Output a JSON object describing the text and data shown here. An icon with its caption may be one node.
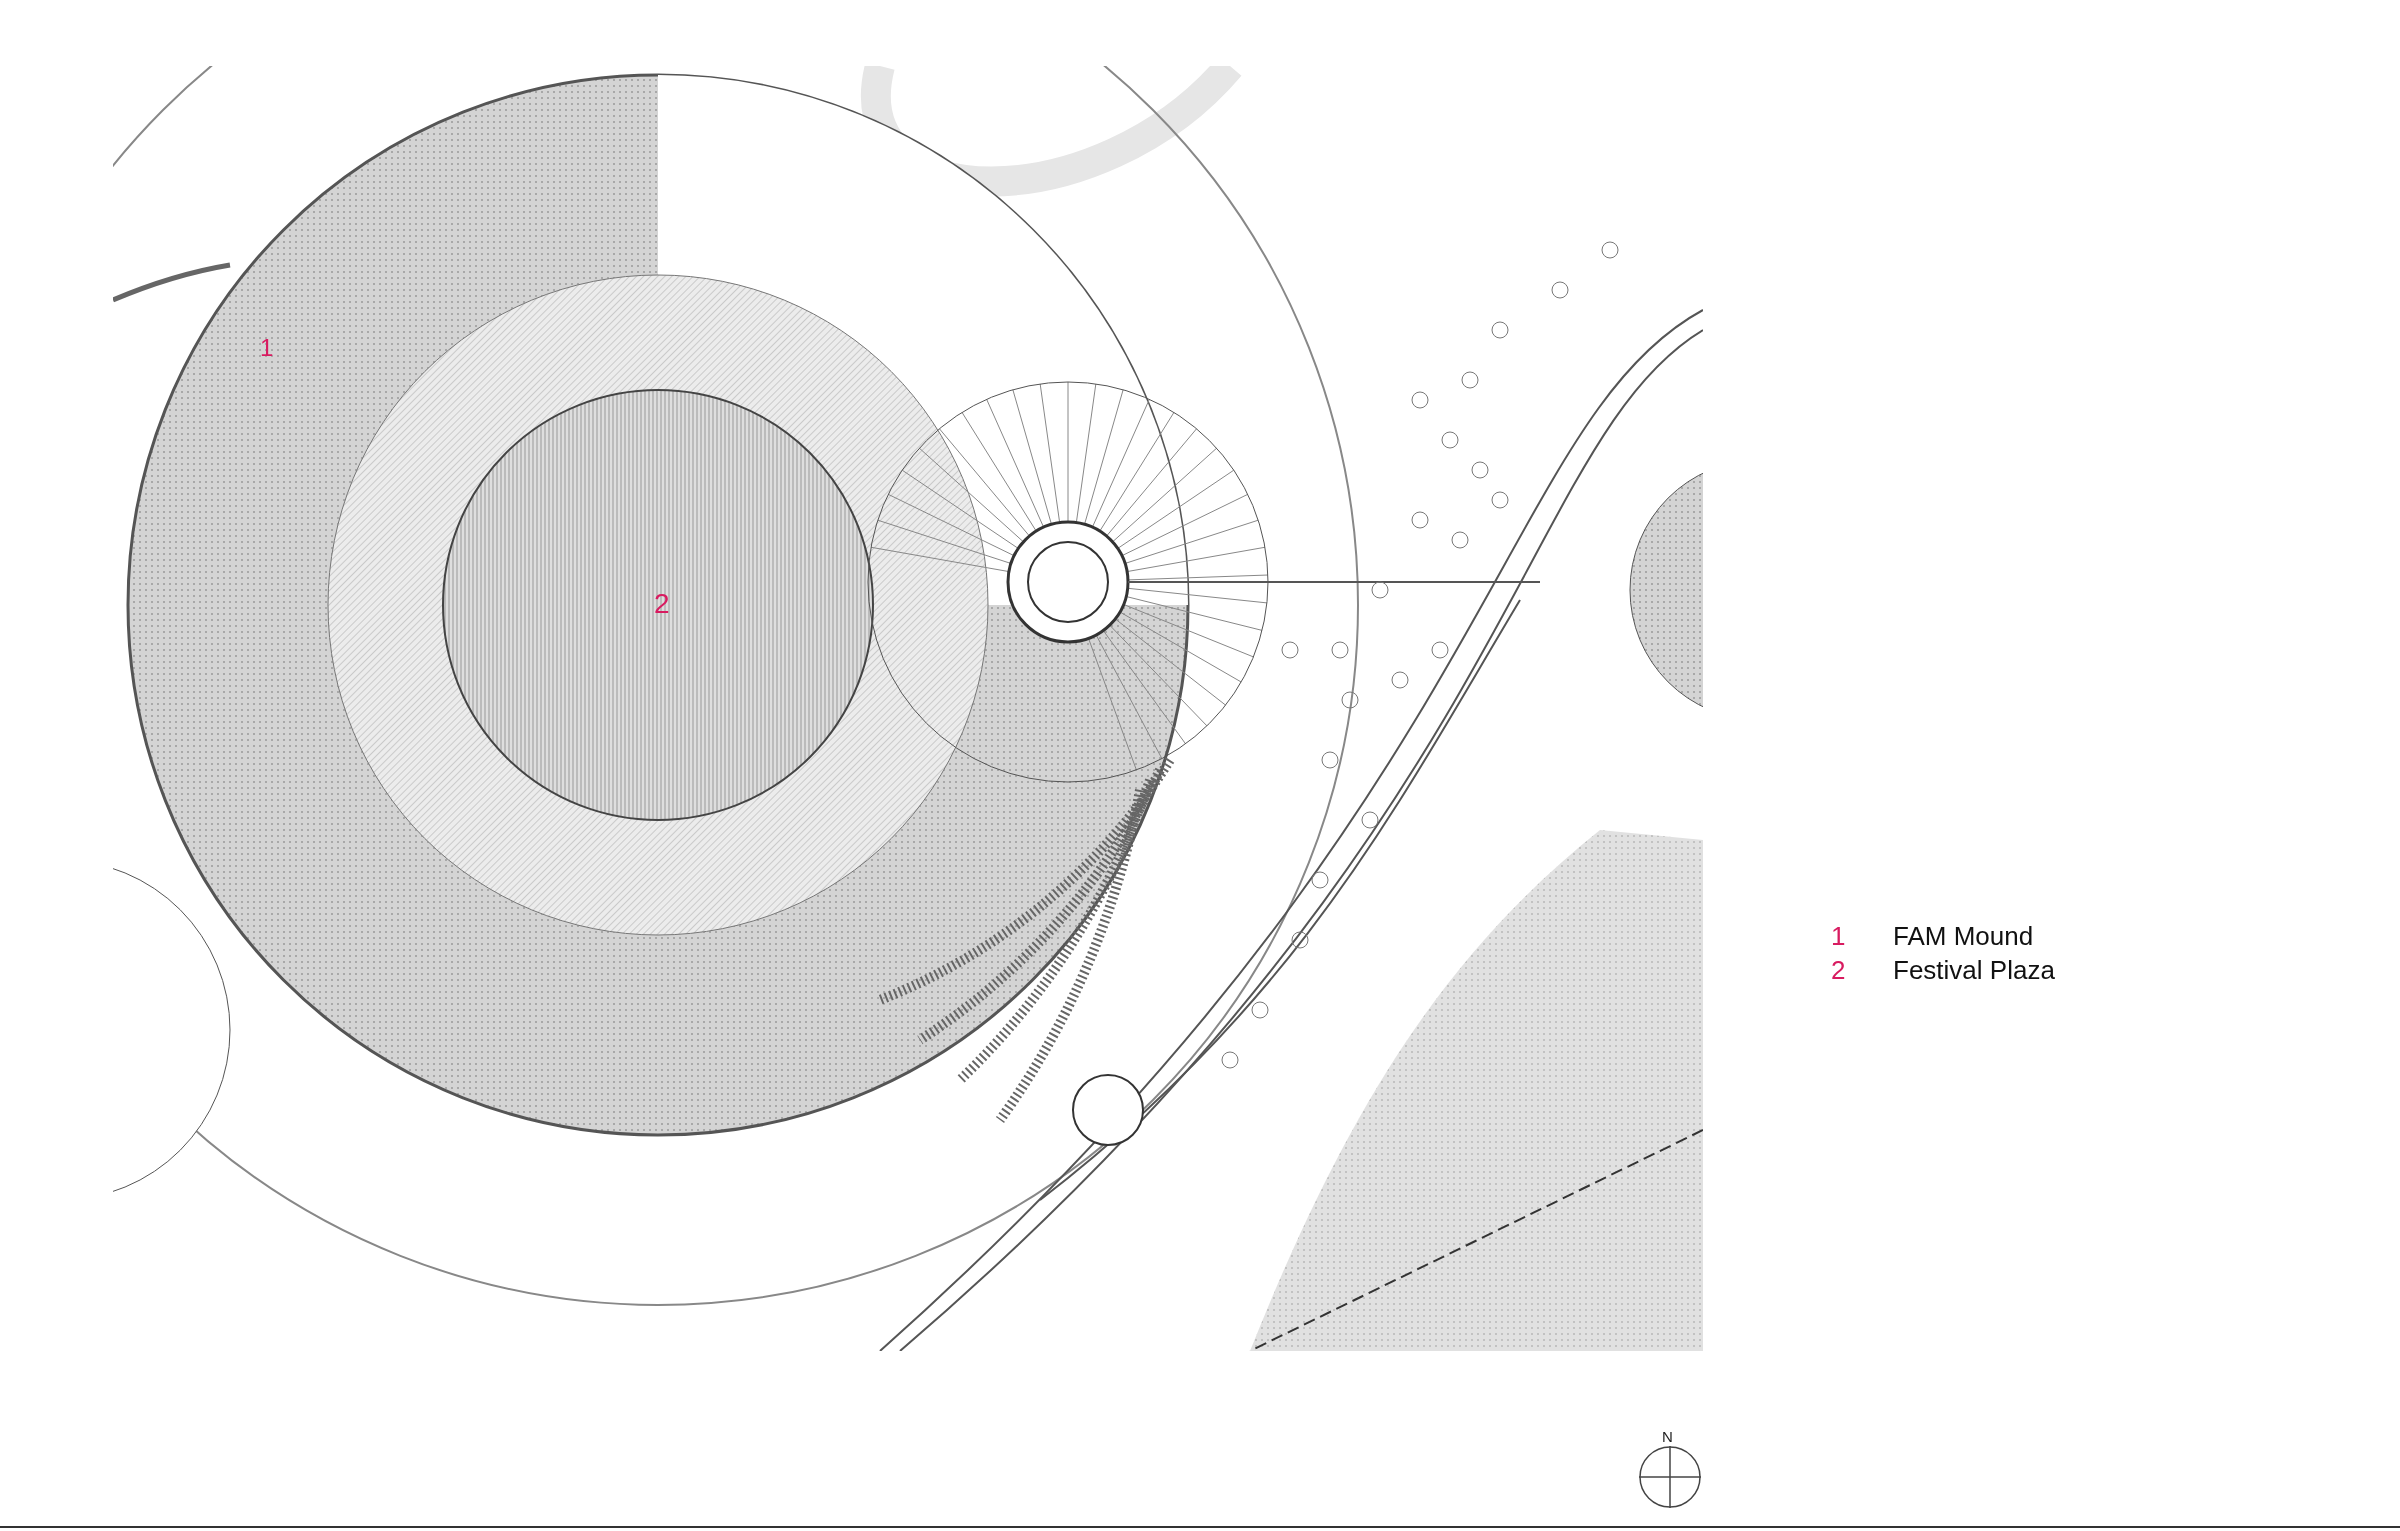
{
  "diagram": {
    "labels": [
      "1",
      "2",
      "1",
      "FAM Mound",
      "2",
      "Festival Plaza",
      "N"
    ]
  }
}
